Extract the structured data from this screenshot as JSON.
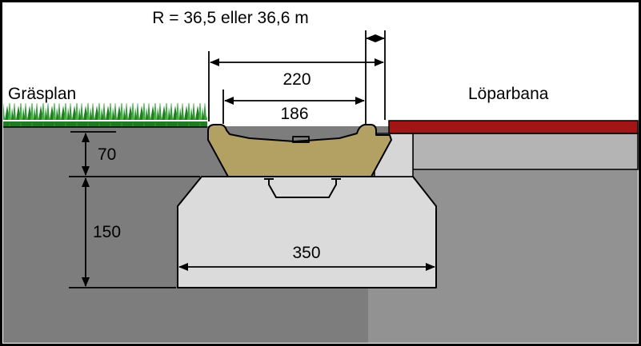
{
  "diagram": {
    "radius_note": "R = 36,5 eller 36,6 m",
    "left_area_label": "Gräsplan",
    "right_area_label": "Löparbana",
    "dim_overall_width": "220",
    "dim_inner_width": "186",
    "dim_upper_depth": "70",
    "dim_lower_depth": "150",
    "dim_foundation_width": "350"
  },
  "colors": {
    "soil_left": "#7d7d7d",
    "soil_right": "#929292",
    "asphalt_layer": "#b4b4b4",
    "concrete": "#dbdbdb",
    "concrete_shoulder": "#d6d6d6",
    "channel_body": "#b3a164",
    "track_surface": "#a01515",
    "grass_dark": "#1f7c24",
    "grass_mid": "#2e9a33",
    "grass_light": "#3db142"
  }
}
